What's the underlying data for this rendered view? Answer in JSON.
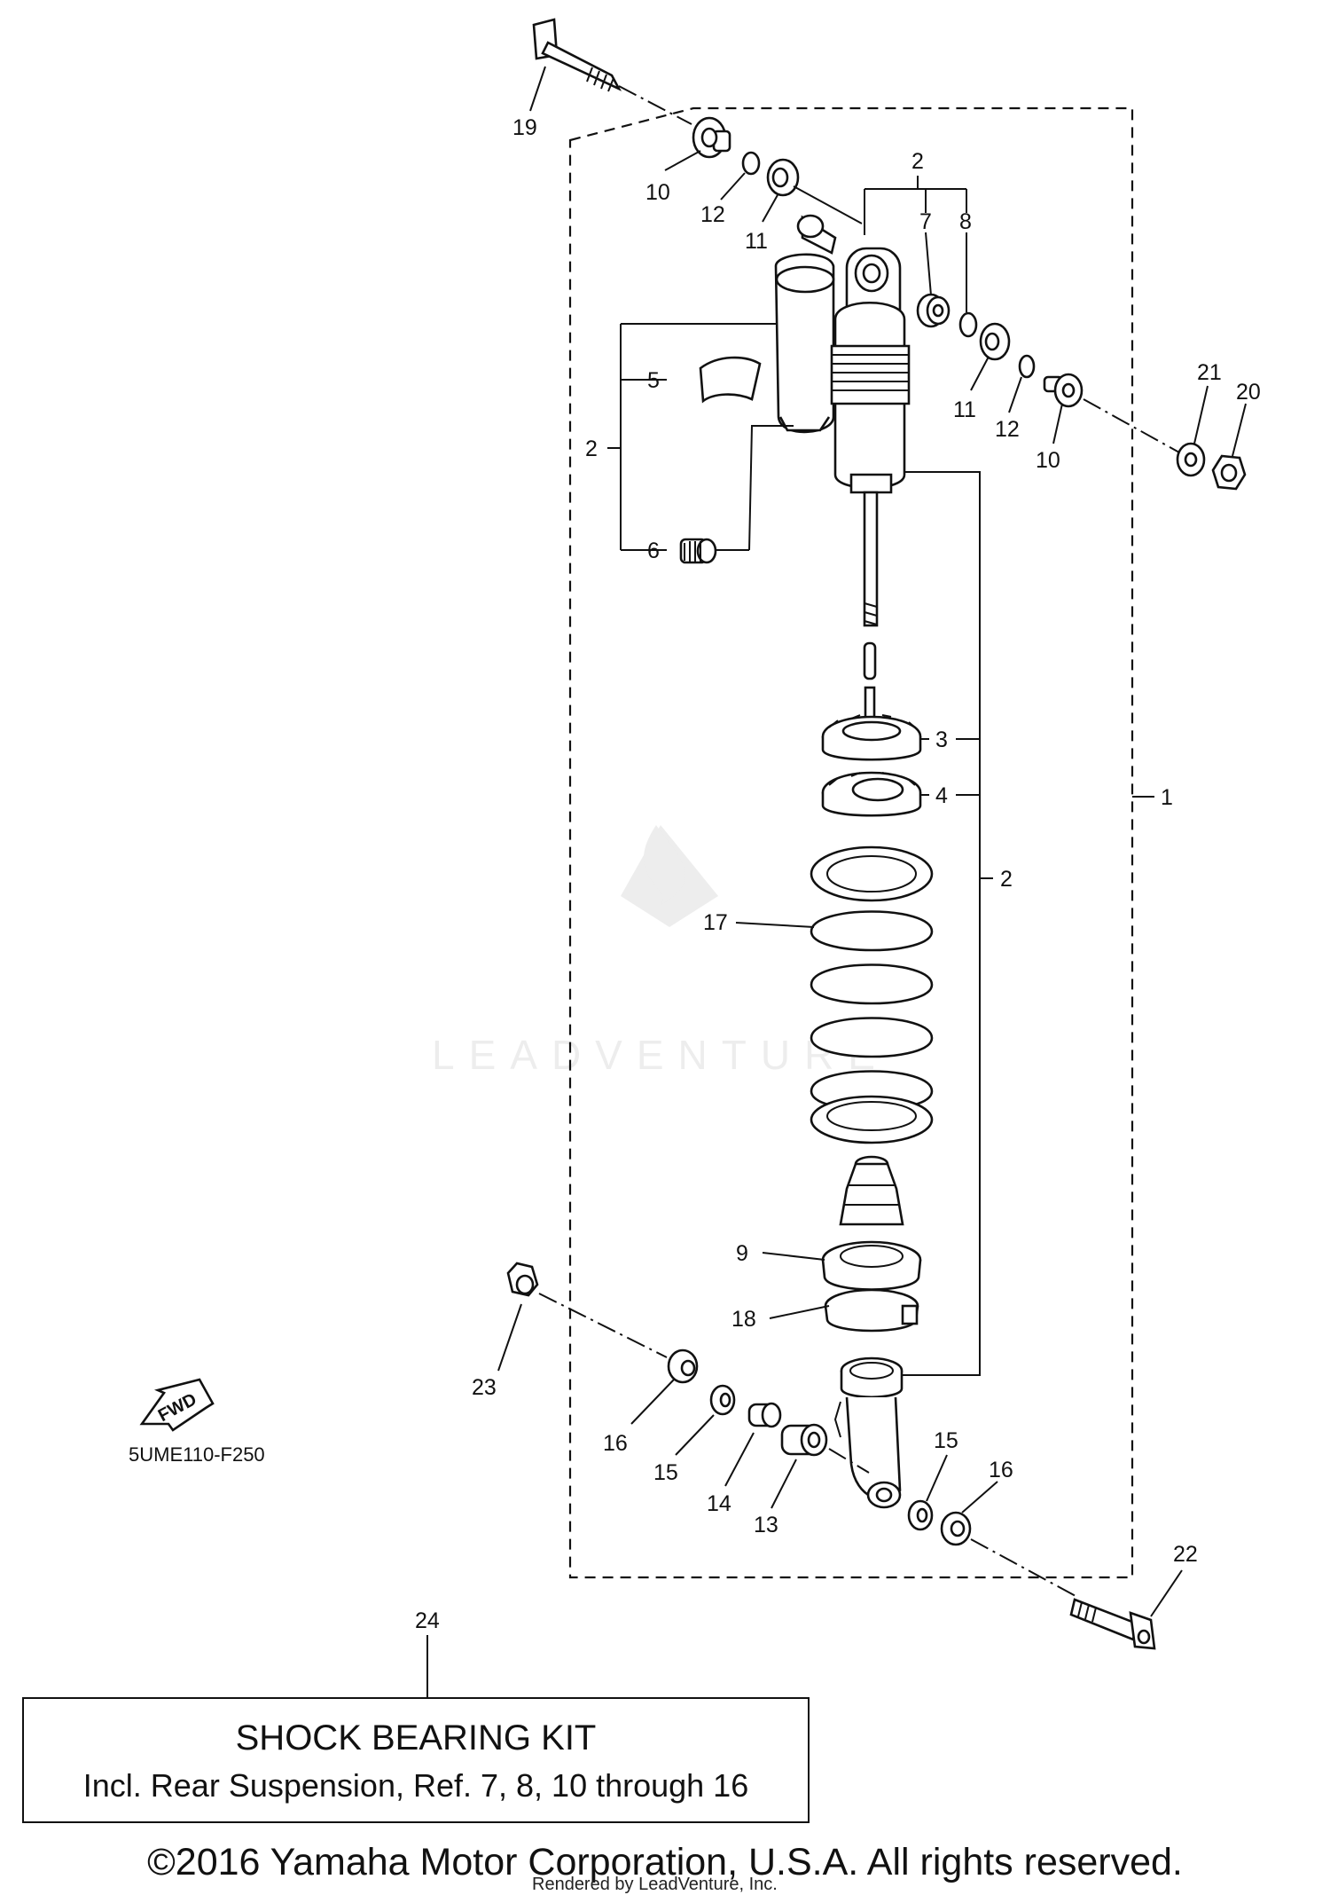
{
  "callouts": {
    "c1": "1",
    "c2a": "2",
    "c2b": "2",
    "c2c": "2",
    "c3": "3",
    "c4": "4",
    "c5": "5",
    "c6": "6",
    "c7": "7",
    "c8": "8",
    "c9": "9",
    "c10a": "10",
    "c10b": "10",
    "c11a": "11",
    "c11b": "11",
    "c12a": "12",
    "c12b": "12",
    "c13": "13",
    "c14": "14",
    "c15a": "15",
    "c15b": "15",
    "c16a": "16",
    "c16b": "16",
    "c17": "17",
    "c18": "18",
    "c19": "19",
    "c20": "20",
    "c21": "21",
    "c22": "22",
    "c23": "23",
    "c24": "24"
  },
  "fwd_label": "FWD",
  "drawing_code": "5UME110-F250",
  "kit": {
    "title": "SHOCK BEARING KIT",
    "description": "Incl. Rear Suspension, Ref. 7, 8, 10 through 16"
  },
  "watermark": "LEADVENTURE",
  "copyright": "©2016 Yamaha Motor Corporation, U.S.A. All rights reserved.",
  "rendered_by": "Rendered by LeadVenture, Inc."
}
